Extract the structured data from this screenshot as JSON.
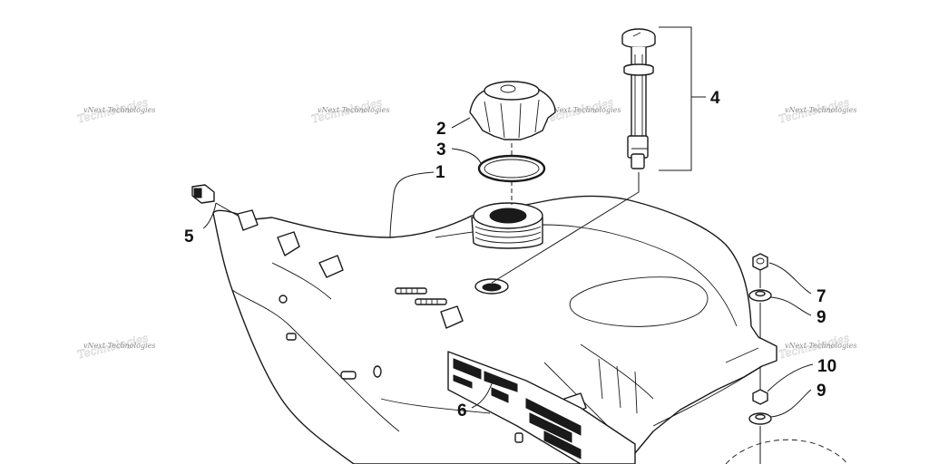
{
  "watermark": "vNext Technologies",
  "callouts": {
    "c1": "1",
    "c2": "2",
    "c3": "3",
    "c4": "4",
    "c5": "5",
    "c6": "6",
    "c7": "7",
    "c9a": "9",
    "c9b": "9",
    "c10": "10"
  },
  "colors": {
    "line": "#1a1a1a",
    "background": "#ffffff",
    "watermark": "#8a8a8a"
  }
}
